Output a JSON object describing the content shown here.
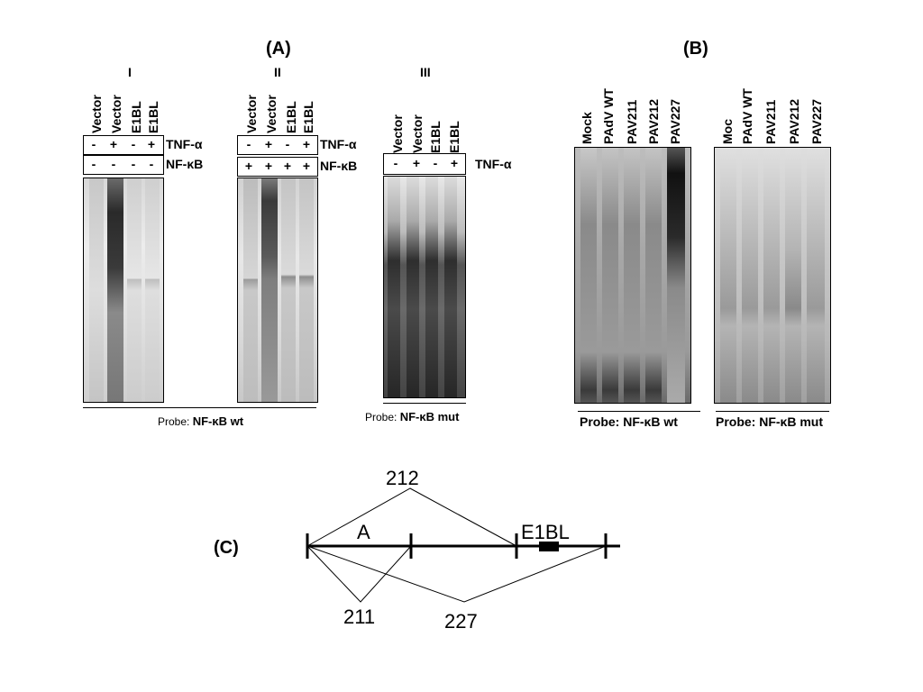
{
  "panel_a": {
    "label": "(A)",
    "gel_i": {
      "label": "I",
      "lanes": [
        "Vector",
        "Vector",
        "E1BL",
        "E1BL"
      ],
      "tnf_row": [
        "-",
        "+",
        "-",
        "+"
      ],
      "nfkb_row": [
        "-",
        "-",
        "-",
        "-"
      ],
      "tnf_label": "TNF-α",
      "nfkb_label": "NF-κB"
    },
    "gel_ii": {
      "label": "II",
      "lanes": [
        "Vector",
        "Vector",
        "E1BL",
        "E1BL"
      ],
      "tnf_row": [
        "-",
        "+",
        "-",
        "+"
      ],
      "nfkb_row": [
        "+",
        "+",
        "+",
        "+"
      ],
      "tnf_label": "TNF-α",
      "nfkb_label": "NF-κB"
    },
    "gel_iii": {
      "label": "III",
      "lanes": [
        "Vector",
        "Vector",
        "E1BL",
        "E1BL"
      ],
      "tnf_row": [
        "-",
        "+",
        "-",
        "+"
      ],
      "tnf_label": "TNF-α"
    },
    "probe_wt_prefix": "Probe: ",
    "probe_wt_name": "NF-κB wt",
    "probe_mut_prefix": "Probe: ",
    "probe_mut_name": "NF-κB mut"
  },
  "panel_b": {
    "label": "(B)",
    "gel_wt_lanes": [
      "Mock",
      "PAdV WT",
      "PAV211",
      "PAV212",
      "PAV227"
    ],
    "gel_mut_lanes": [
      "Moc",
      "PAdV WT",
      "PAV211",
      "PAV212",
      "PAV227"
    ],
    "probe_wt": "Probe: NF-κB wt",
    "probe_mut": "Probe: NF-κB mut"
  },
  "panel_c": {
    "label": "(C)",
    "region_a": "A",
    "region_e1bl": "E1BL",
    "mutant_212": "212",
    "mutant_211": "211",
    "mutant_227": "227"
  }
}
